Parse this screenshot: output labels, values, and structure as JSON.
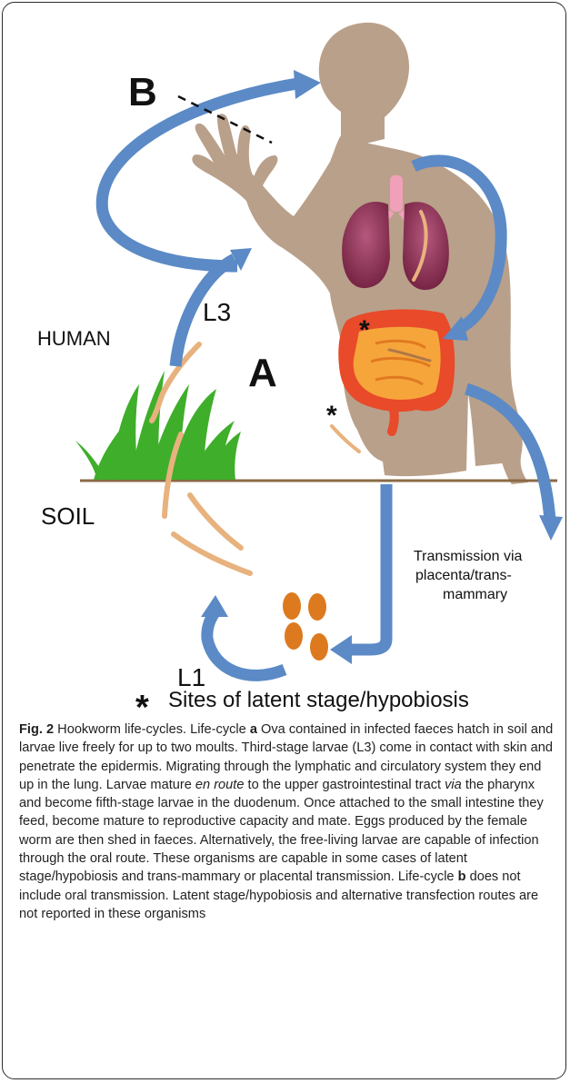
{
  "diagram": {
    "label_b": "B",
    "label_a": "A",
    "label_human": "HUMAN",
    "label_soil": "SOIL",
    "label_l3": "L3",
    "label_l1": "L1",
    "label_transmission_line1": "Transmission via",
    "label_transmission_line2": "placenta/trans-",
    "label_transmission_line3": "mammary",
    "asterisk": "*",
    "legend_symbol": "*",
    "legend_text": "Sites of latent stage/hypobiosis",
    "colors": {
      "arrow": "#5b8ac6",
      "body": "#b9a08a",
      "soil_line": "#8a6a45",
      "grass": "#3fae2a",
      "egg": "#dd7a1f",
      "larva": "#e8b27e",
      "lung": "#8e2a52",
      "intestine": "#e84a2a"
    }
  },
  "caption": {
    "fig_label": "Fig. 2",
    "t1": " Hookworm life-cycles. Life-cycle ",
    "a": "a",
    "t2": " Ova contained in infected faeces hatch in soil and larvae live freely for up to two moults. Third-stage larvae (L3) come in contact with skin and penetrate the epidermis. Migrating through the lymphatic and circulatory system they end up in the lung. Larvae mature ",
    "en_route": "en route",
    "t3": " to the upper gastrointestinal tract ",
    "via": "via",
    "t4": " the pharynx and become fifth-stage larvae in the duodenum. Once attached to the small intestine they feed, become mature to reproductive capacity and mate. Eggs produced by the female worm are then shed in faeces. Alternatively, the free-living larvae are capable of infection through the oral route. These organisms are capable in some cases of latent stage/hypobiosis and trans-mammary or placental transmission. Life-cycle ",
    "b": "b",
    "t5": " does not include oral transmission. Latent stage/hypobiosis and alternative transfection routes are not reported in these organisms"
  }
}
